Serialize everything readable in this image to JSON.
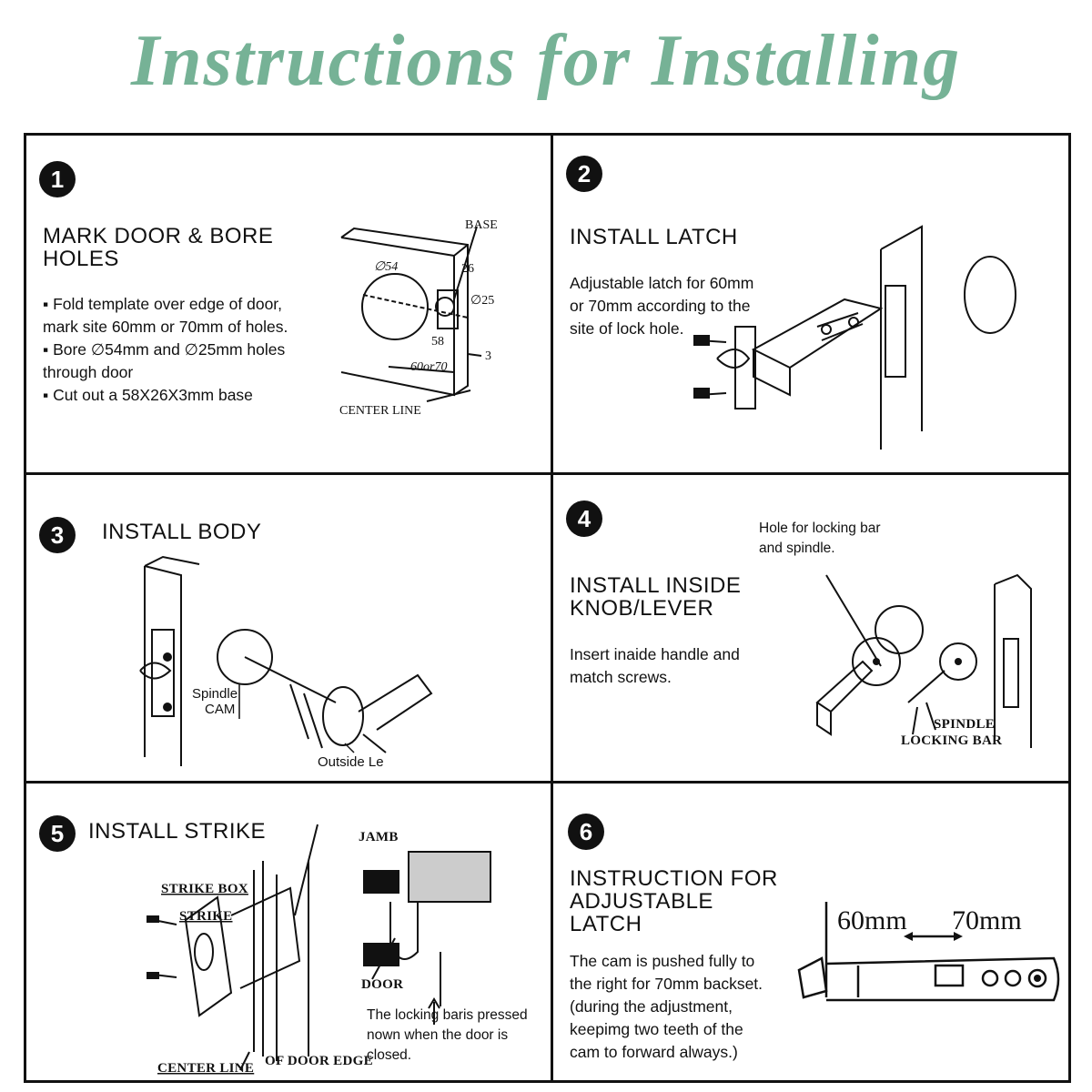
{
  "title": "Instructions for Installing",
  "steps": [
    {
      "number": "1",
      "heading": "MARK DOOR & BORE\nHOLES",
      "lines": [
        "▪ Fold template over edge of door,",
        "mark site 60mm or 70mm of holes.",
        "▪ Bore ∅54mm and  ∅25mm holes",
        "through door",
        "▪ Cut out a 58X26X3mm base"
      ],
      "labels": {
        "base": "BASE",
        "d54": "∅54",
        "n26": "26",
        "d25": "∅25",
        "n58": "58",
        "n60or70": "60or70",
        "n3": "3",
        "center_line": "CENTER LINE"
      }
    },
    {
      "number": "2",
      "heading": "INSTALL LATCH",
      "lines": [
        "Adjustable latch for 60mm",
        "or 70mm according to the",
        "site of lock hole."
      ]
    },
    {
      "number": "3",
      "heading": "INSTALL BODY",
      "labels": {
        "spindle": "Spindle",
        "cam": "CAM",
        "outside": "Outside Le"
      }
    },
    {
      "number": "4",
      "heading": "INSTALL INSIDE\nKNOB/LEVER",
      "lines": [
        "Insert inaide handle and",
        "match screws."
      ],
      "labels": {
        "hole_note_1": "Hole for locking bar",
        "hole_note_2": "and spindle.",
        "spindle": "SPINDLE",
        "locking_bar": "LOCKING BAR"
      }
    },
    {
      "number": "5",
      "heading": "INSTALL  STRIKE",
      "labels": {
        "jamb": "JAMB",
        "strike_box": "STRIKE BOX",
        "strike": "STRIKE",
        "door": "DOOR",
        "center_line": "CENTER LINE",
        "door_edge": "OF DOOR EDGE"
      },
      "note": [
        "The locking baris pressed",
        "nown when the door is",
        "closed."
      ]
    },
    {
      "number": "6",
      "heading": "INSTRUCTION FOR\nADJUSTABLE\nLATCH",
      "lines": [
        "The cam is pushed fully to",
        "the right for 70mm backset.",
        "(during the adjustment,",
        "keepimg two teeth of the",
        "cam to forward always.)"
      ],
      "labels": {
        "n60": "60mm",
        "n70": "70mm"
      }
    }
  ],
  "colors": {
    "title": "#76b296",
    "ink": "#111111",
    "background": "#ffffff"
  }
}
